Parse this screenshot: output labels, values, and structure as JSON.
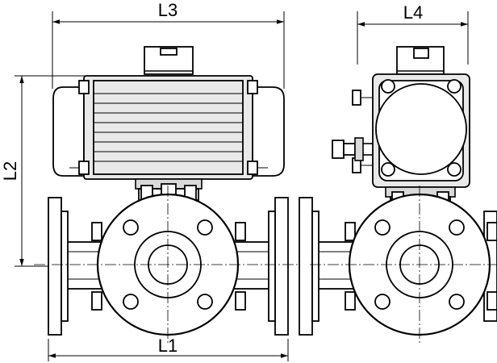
{
  "dimensions": {
    "L1": "L1",
    "L2": "L2",
    "L3": "L3",
    "L4": "L4"
  }
}
